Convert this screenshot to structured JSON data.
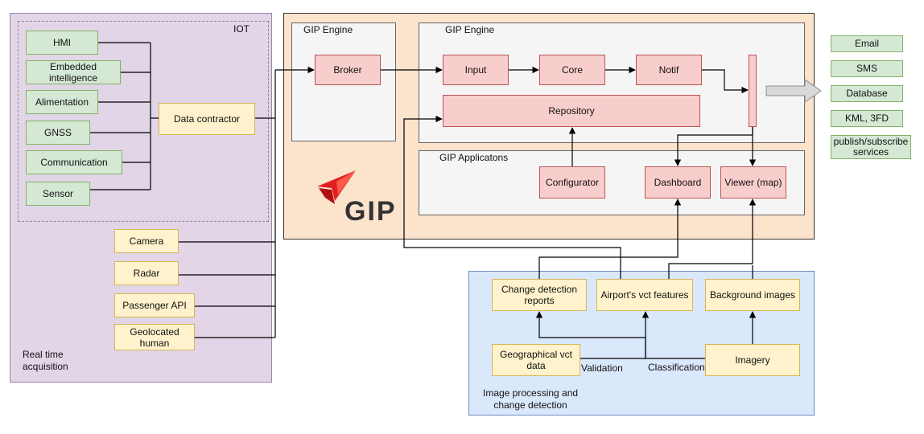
{
  "iot_panel": {
    "title": "IOT",
    "caption": "Real time\nacquisition",
    "sensors": [
      "HMI",
      "Embedded\nintelligence",
      "Alimentation",
      "GNSS",
      "Communication",
      "Sensor"
    ],
    "data_contractor": "Data contractor",
    "inputs": [
      "Camera",
      "Radar",
      "Passenger API",
      "Geolocated\nhuman"
    ]
  },
  "gip": {
    "engine_left_title": "GIP Engine",
    "broker": "Broker",
    "engine_right_title": "GIP Engine",
    "input": "Input",
    "core": "Core",
    "notif": "Notif",
    "repository": "Repository",
    "applications_title": "GIP Applicatons",
    "configurator": "Configurator",
    "dashboard": "Dashboard",
    "viewer": "Viewer (map)",
    "logo_text": "GIP"
  },
  "outputs": [
    "Email",
    "SMS",
    "Database",
    "KML, 3FD",
    "publish/subscribe\nservices"
  ],
  "image_processing": {
    "caption": "Image processing and\nchange detection",
    "change_reports": "Change detection\nreports",
    "airport_features": "Airport's vct features",
    "background_images": "Background images",
    "geo_vct_data": "Geographical vct\ndata",
    "imagery": "Imagery",
    "validation": "Validation",
    "classification": "Classification"
  },
  "colors": {
    "iot_bg": "#e1d5e7",
    "gip_bg": "#fce3cc",
    "image_bg": "#dae8fc",
    "engine_bg": "#f5f5f5",
    "logo_red": "#e02020",
    "logo_text": "#333333"
  }
}
